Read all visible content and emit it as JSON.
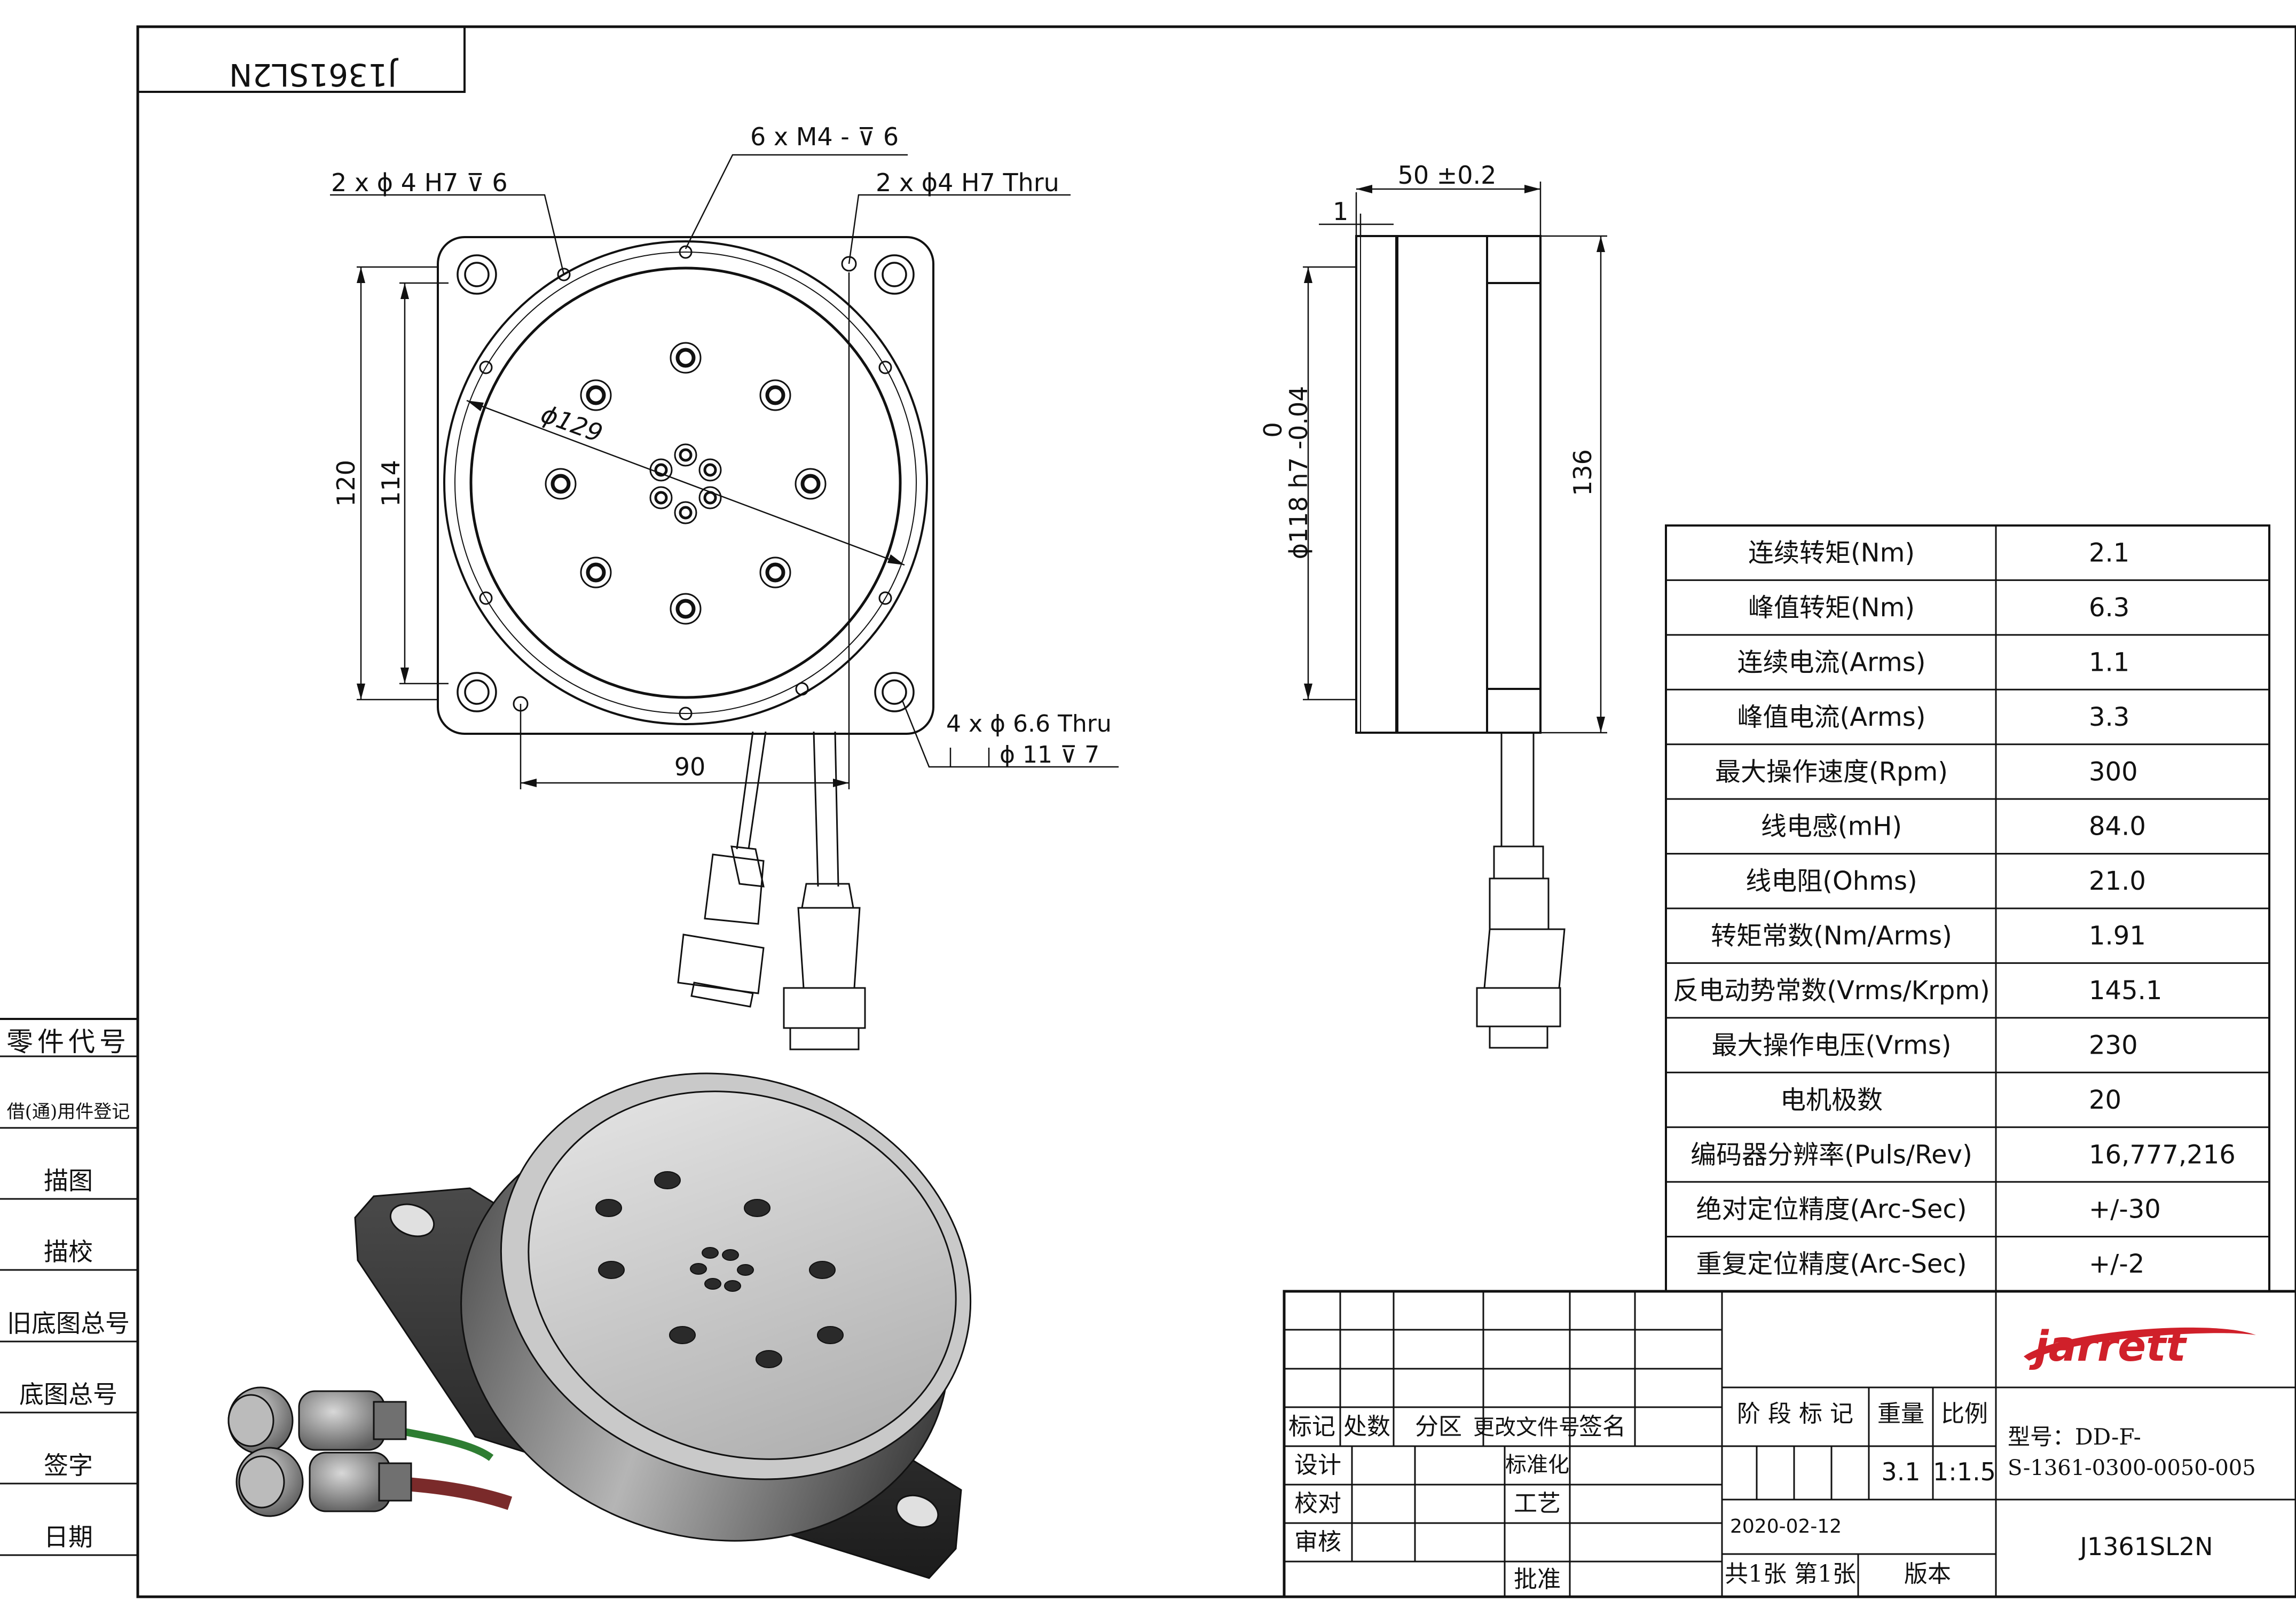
{
  "sheet": {
    "code": "J1361SL2N",
    "left_column": [
      "零件代号",
      "借(通)用件登记",
      "描图",
      "描校",
      "旧底图总号",
      "底图总号",
      "签字",
      "日期"
    ]
  },
  "front_view": {
    "callout_m4": "6 x  M4 - ⊽ 6",
    "callout_pin_blind": "2 x  ϕ 4  H7  ⊽ 6",
    "callout_pin_thru": "2 x  ϕ4  H7  Thru",
    "dim_dia": "ϕ129",
    "dim_120": "120",
    "dim_114": "114",
    "dim_90": "90",
    "callout_mount_1": "4 x  ϕ  6.6 Thru",
    "callout_mount_2": "ϕ  11  ⊽  7"
  },
  "side_view": {
    "dim_50": "50 ±0.2",
    "dim_1": "1",
    "dim_136": "136",
    "dim_shaft_0": "0",
    "dim_shaft": "ϕ118 h7 -0.04"
  },
  "spec_table": {
    "rows": [
      {
        "label": "连续转矩(Nm)",
        "value": "2.1"
      },
      {
        "label": "峰值转矩(Nm)",
        "value": "6.3"
      },
      {
        "label": "连续电流(Arms)",
        "value": "1.1"
      },
      {
        "label": "峰值电流(Arms)",
        "value": "3.3"
      },
      {
        "label": "最大操作速度(Rpm)",
        "value": "300"
      },
      {
        "label": "线电感(mH)",
        "value": "84.0"
      },
      {
        "label": "线电阻(Ohms)",
        "value": "21.0"
      },
      {
        "label": "转矩常数(Nm/Arms)",
        "value": "1.91"
      },
      {
        "label": "反电动势常数(Vrms/Krpm)",
        "value": "145.1"
      },
      {
        "label": "最大操作电压(Vrms)",
        "value": "230"
      },
      {
        "label": "电机极数",
        "value": "20"
      },
      {
        "label": "编码器分辨率(Puls/Rev)",
        "value": "16,777,216"
      },
      {
        "label": "绝对定位精度(Arc-Sec)",
        "value": "+/-30"
      },
      {
        "label": "重复定位精度(Arc-Sec)",
        "value": "+/-2"
      }
    ]
  },
  "title_block": {
    "rev_headers": [
      "标记",
      "处数",
      "分区",
      "更改文件号",
      "签名"
    ],
    "design": "设计",
    "check": "校对",
    "review": "审核",
    "standard": "标准化",
    "process": "工艺",
    "approve": "批准",
    "stage_mark": "阶 段 标 记",
    "weight_label": "重量",
    "scale_label": "比例",
    "weight": "3.1",
    "scale": "1:1.5",
    "date": "2020-02-12",
    "sheets": "共1张  第1张",
    "version": "版本",
    "logo": "jarrett",
    "model_label": "型号：DD-F-",
    "model_number": "S-1361-0300-0050-005",
    "drawing_no": "J1361SL2N"
  },
  "colors": {
    "line": "#111111",
    "logo": "#d0202a",
    "cable_green": "#2e7d32",
    "cable_red": "#7a2a2a"
  }
}
